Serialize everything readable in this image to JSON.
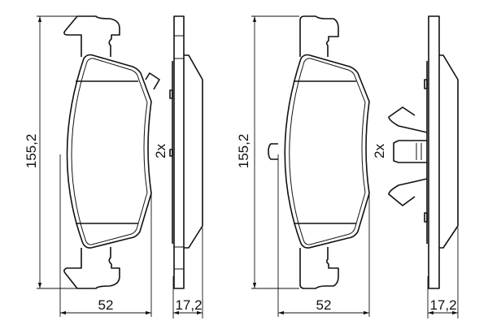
{
  "drawing": {
    "left_pad": {
      "height_label": "155,2",
      "width_label": "52",
      "thickness_label": "17,2",
      "quantity_label": "2x"
    },
    "right_pad": {
      "height_label": "155,2",
      "width_label": "52",
      "thickness_label": "17,2",
      "quantity_label": "2x"
    },
    "line_color": "#111111"
  }
}
